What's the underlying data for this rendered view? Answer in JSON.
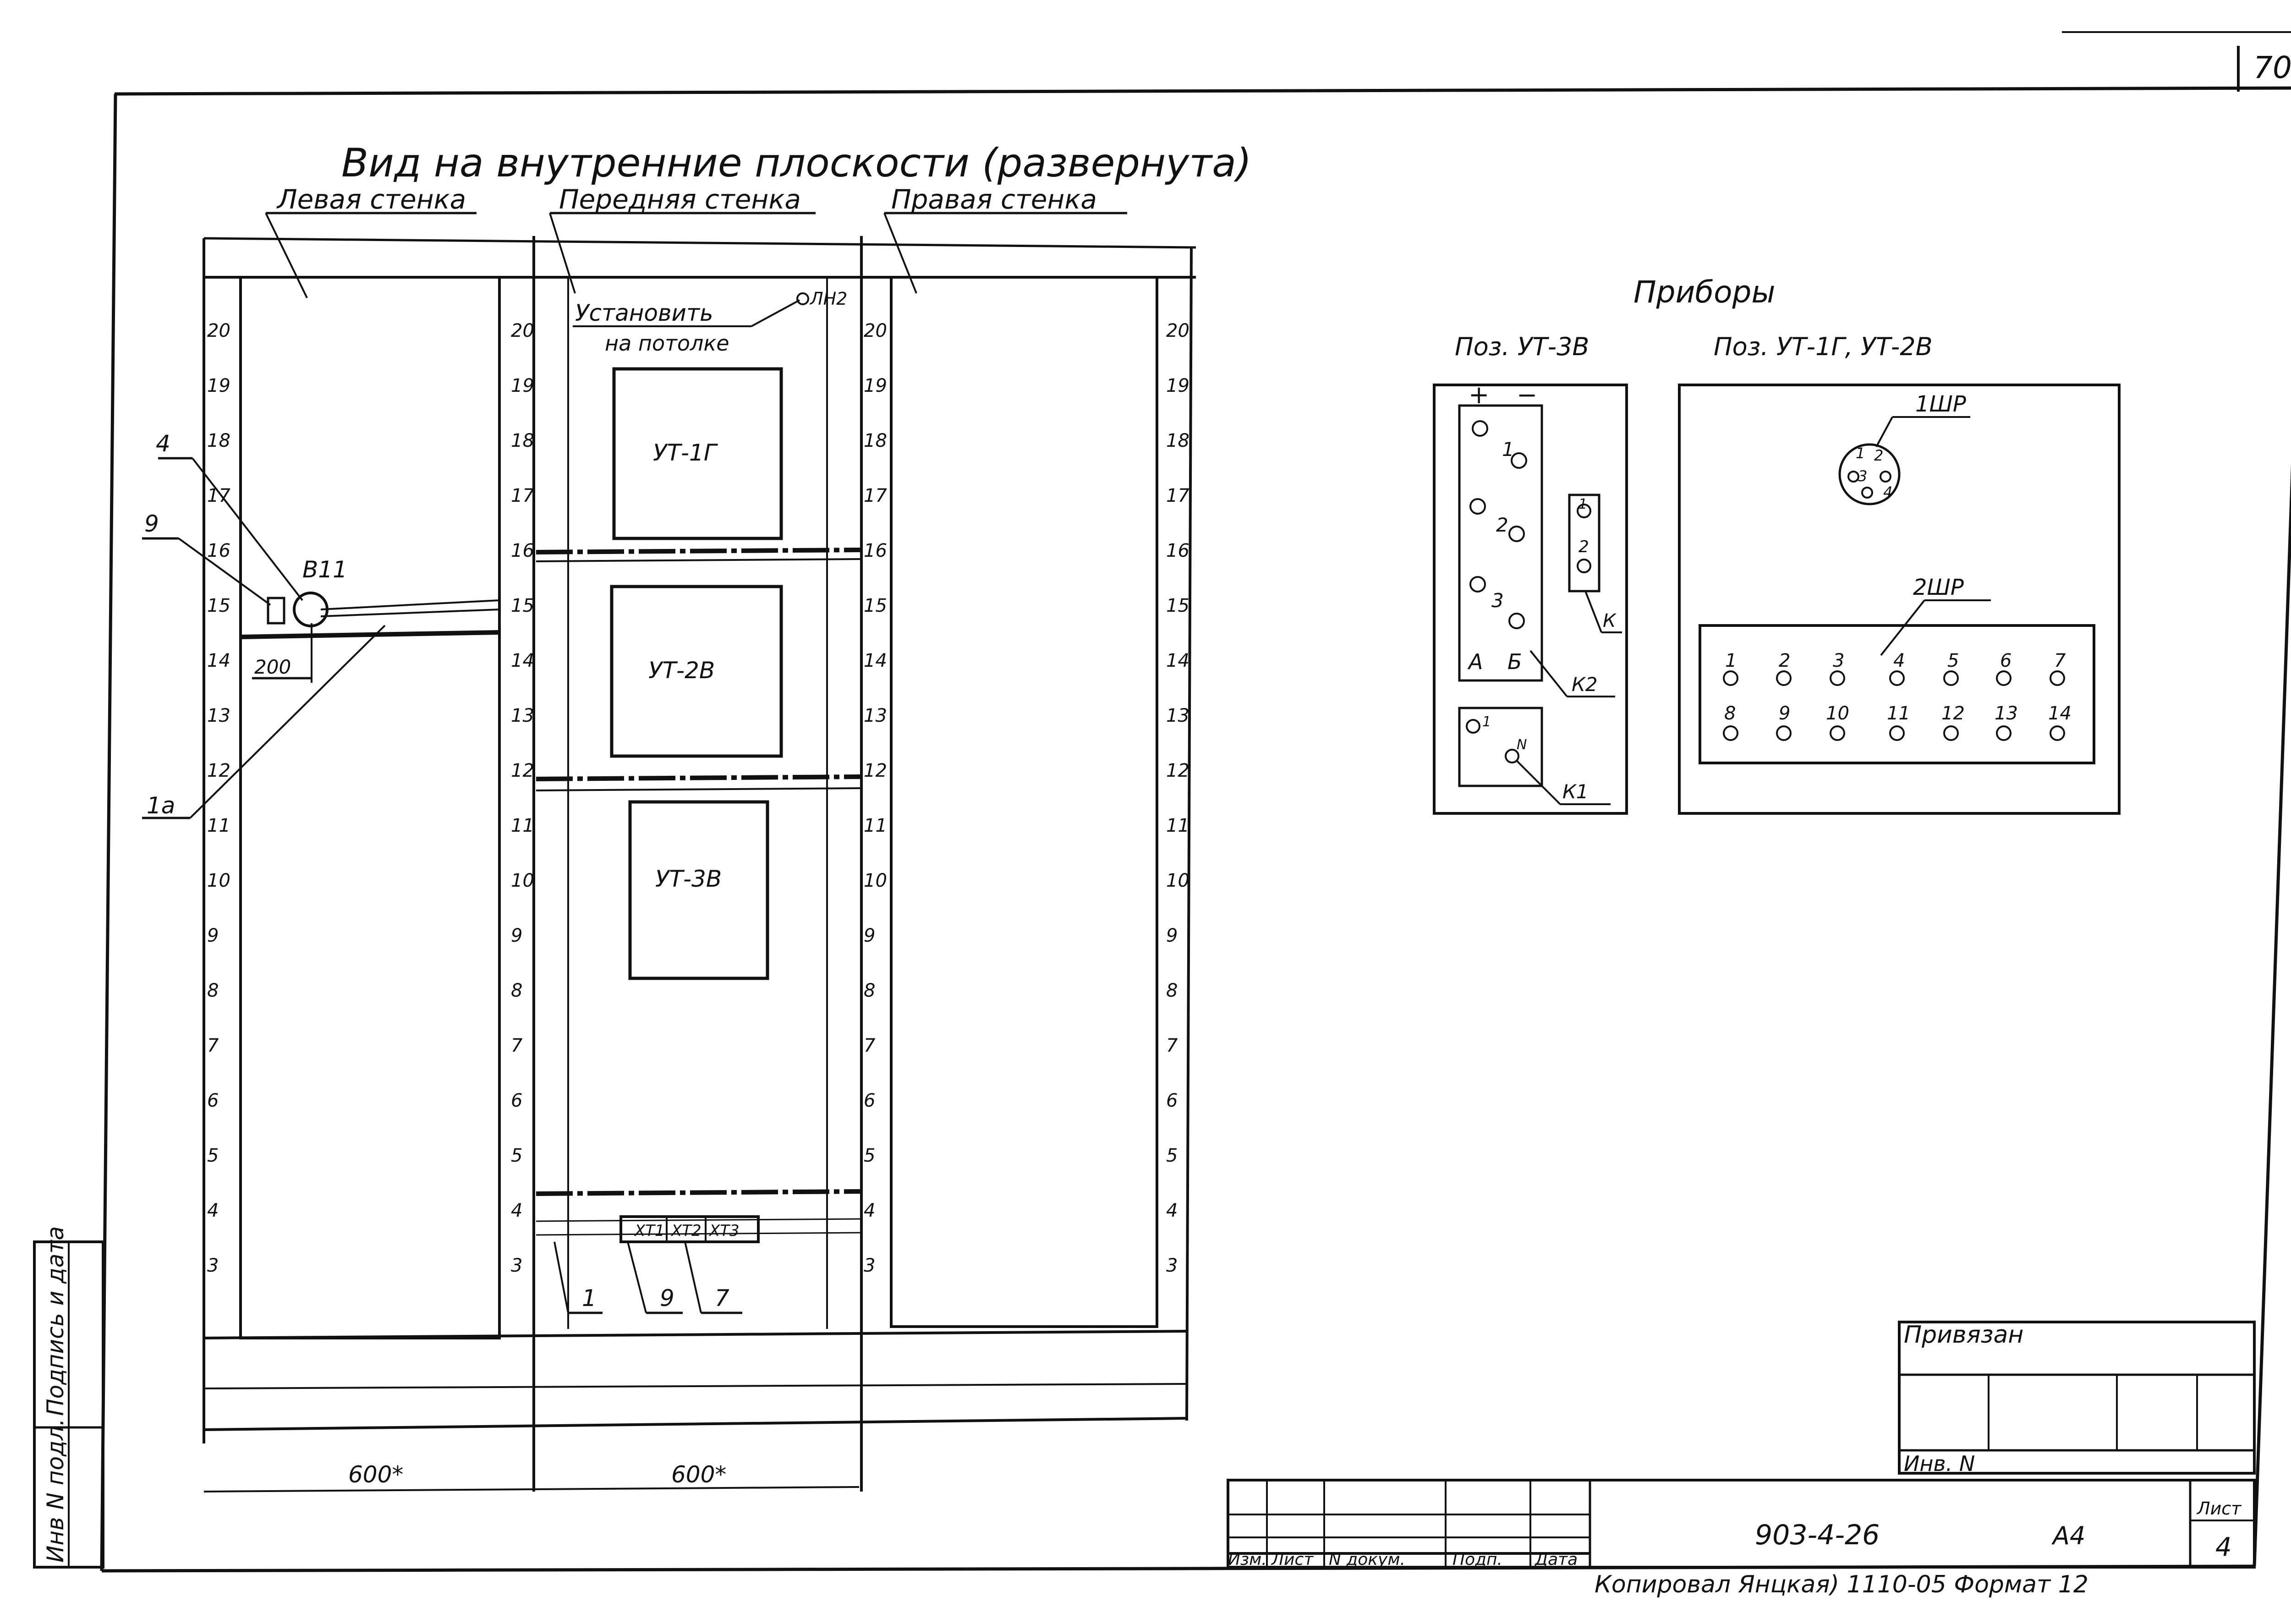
{
  "sheet_number_top": "70",
  "title": "Вид на внутренние плоскости (развернута)",
  "walls": {
    "left": "Левая стенка",
    "front": "Передняя стенка",
    "right": "Правая стенка"
  },
  "ceiling_note": {
    "line1": "Установить",
    "line2": "на потолке",
    "tag": "ЛН2"
  },
  "devices": {
    "ut1g": "УТ-1Г",
    "ut2v": "УТ-2В",
    "ut3v": "УТ-3В"
  },
  "scale_marks": [
    "20",
    "19",
    "18",
    "17",
    "16",
    "15",
    "14",
    "13",
    "12",
    "11",
    "10",
    "9",
    "8",
    "7",
    "6",
    "5",
    "4",
    "3"
  ],
  "callouts": {
    "c4": "4",
    "c9": "9",
    "c1a": "1а",
    "b11": "В11",
    "dim200": "200",
    "c1": "1",
    "c9b": "9",
    "c7": "7"
  },
  "terminals": [
    "ХТ1",
    "ХТ2",
    "ХТ3"
  ],
  "dimensions": {
    "left": "600*",
    "right": "600*"
  },
  "instruments": {
    "heading": "Приборы",
    "pos1": "Поз. УТ-3В",
    "pos2": "Поз. УТ-1Г, УТ-2В",
    "plus": "+",
    "minus": "−",
    "n1": "1",
    "n2": "2",
    "n3": "3",
    "a": "А",
    "b": "Б",
    "k": "К",
    "k1": "К1",
    "k2": "К2",
    "p12": "1",
    "p22": "2",
    "x1": "1",
    "xn": "N",
    "conn1": "1ШР",
    "conn1_pins": [
      "1",
      "2",
      "3",
      "4"
    ],
    "conn2": "2ШР",
    "conn2_row1": [
      "1",
      "2",
      "3",
      "4",
      "5",
      "6",
      "7"
    ],
    "conn2_row2": [
      "8",
      "9",
      "10",
      "11",
      "12",
      "13",
      "14"
    ]
  },
  "stamp": {
    "privyazan": "Привязан",
    "inv": "Инв. N",
    "code": "903-4-26",
    "format_a": "А4",
    "list_label": "Лист",
    "list_no": "4",
    "cols": [
      "Изм.",
      "Лист",
      "N докум.",
      "Подп.",
      "Дата"
    ],
    "footer": "Копировал Янцкая) 1110-05 Формат 12"
  },
  "side": {
    "inv_podl": "Инв N подл.",
    "podpis": "Подпись и дата"
  }
}
